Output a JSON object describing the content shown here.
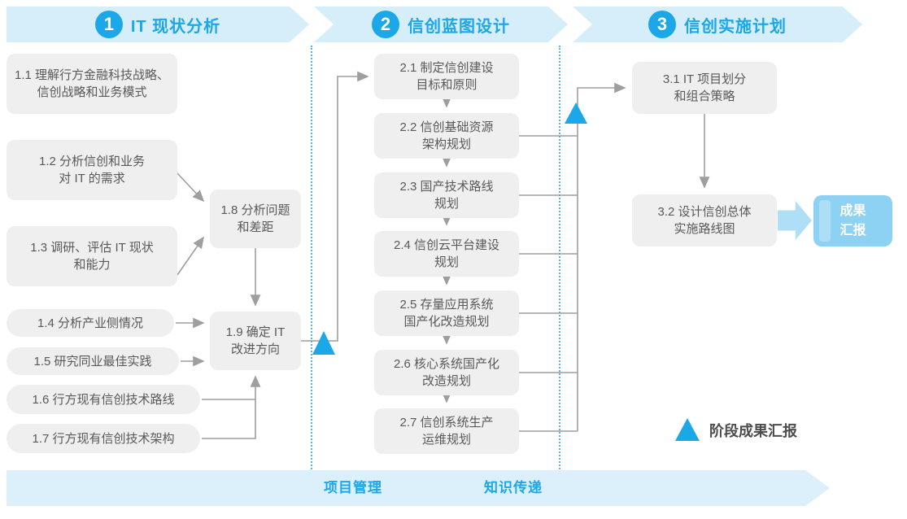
{
  "phases": [
    {
      "number": "1",
      "title": "IT 现状分析"
    },
    {
      "number": "2",
      "title": "信创蓝图设计"
    },
    {
      "number": "3",
      "title": "信创实施计划"
    }
  ],
  "boxes": {
    "b1_1": "1.1 理解行方金融科技战略、\n信创战略和业务模式",
    "b1_2": "1.2 分析信创和业务\n对 IT 的需求",
    "b1_3": "1.3 调研、评估 IT 现状\n和能力",
    "b1_4": "1.4 分析产业侧情况",
    "b1_5": "1.5 研究同业最佳实践",
    "b1_6": "1.6 行方现有信创技术路线",
    "b1_7": "1.7 行方现有信创技术架构",
    "b1_8": "1.8 分析问题\n和差距",
    "b1_9": "1.9 确定 IT\n改进方向",
    "b2_1": "2.1 制定信创建设\n目标和原则",
    "b2_2": "2.2 信创基础资源\n架构规划",
    "b2_3": "2.3 国产技术路线\n规划",
    "b2_4": "2.4 信创云平台建设\n规划",
    "b2_5": "2.5 存量应用系统\n国产化改造规划",
    "b2_6": "2.6 核心系统国产化\n改造规划",
    "b2_7": "2.7 信创系统生产\n运维规划",
    "b3_1": "3.1 IT 项目划分\n和组合策略",
    "b3_2": "3.2 设计信创总体\n实施路线图"
  },
  "outcome": {
    "label": "成果\n汇报"
  },
  "legend": {
    "label": "阶段成果汇报"
  },
  "footer": {
    "left_label": "项目管理",
    "right_label": "知识传递"
  },
  "colors": {
    "accent_blue": "#1BA7E8",
    "banner_bg": "#D6EEF9",
    "box_bg": "#EFEFEF",
    "box_text": "#595959",
    "connector_gray": "#9E9E9E",
    "outcome_bg": "#8DD2F2",
    "fat_arrow": "#AEDFF7"
  }
}
